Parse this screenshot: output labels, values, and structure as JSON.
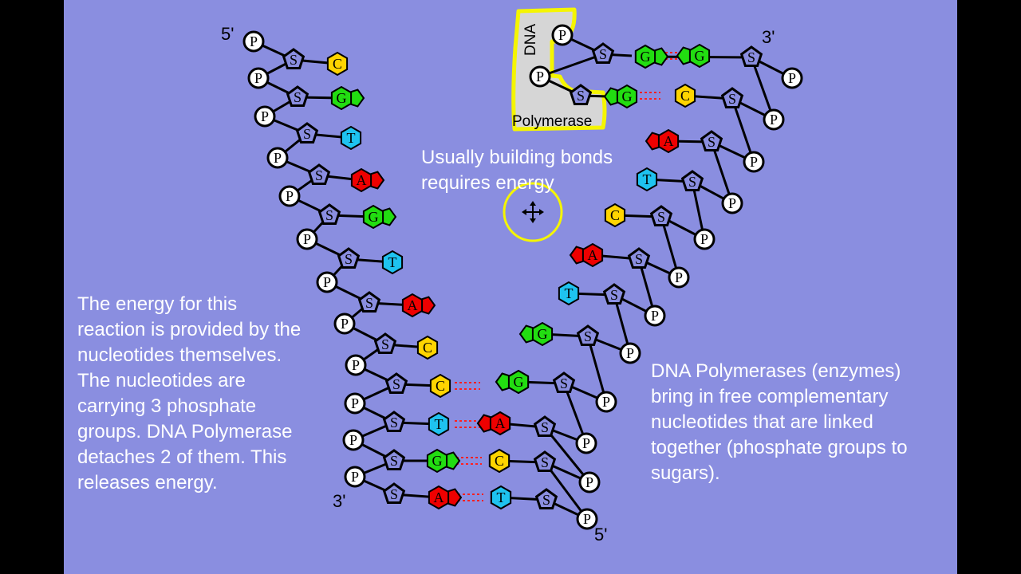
{
  "colors": {
    "background": "#8a8ee0",
    "A": "#ee0000",
    "C": "#ffd400",
    "G": "#22dd11",
    "T": "#1ec3f0",
    "backbone": "#000000",
    "hydrogen_bond": "#ff2020",
    "enzyme_outline": "#f5f500",
    "enzyme_fill": "#d6d6d6",
    "cursor_ring": "#f5f500"
  },
  "enzyme": {
    "name_top": "DNA",
    "name_bottom": "Polymerase"
  },
  "labels": {
    "left_top_end": "5'",
    "left_bottom_end": "3'",
    "right_top_end": "3'",
    "right_bottom_end": "5'",
    "phosphate": "P",
    "sugar": "S"
  },
  "captions": {
    "top": "Usually building bonds\nrequires energy",
    "left": "The energy for this\nreaction is provided by the\nnucleotides themselves.\nThe nucleotides are\ncarrying 3 phosphate\ngroups.  DNA Polymerase\ndetaches 2 of them.  This\nreleases energy.",
    "right": "DNA Polymerases (enzymes)\nbring in free complementary\nnucleotides that are linked\ntogether (phosphate groups to\nsugars)."
  },
  "strands": {
    "left_bases": [
      "C",
      "G",
      "T",
      "A",
      "G",
      "T",
      "A",
      "C",
      "C",
      "T",
      "G",
      "A"
    ],
    "right_bases": [
      "C",
      "C",
      "A",
      "T",
      "C",
      "A",
      "T",
      "G",
      "G",
      "A",
      "C",
      "T"
    ],
    "right_paired_bases": [
      "G",
      "G",
      "A",
      "C",
      "T"
    ],
    "bottom_paired_bases": [
      "G",
      "A",
      "C",
      "T"
    ]
  }
}
